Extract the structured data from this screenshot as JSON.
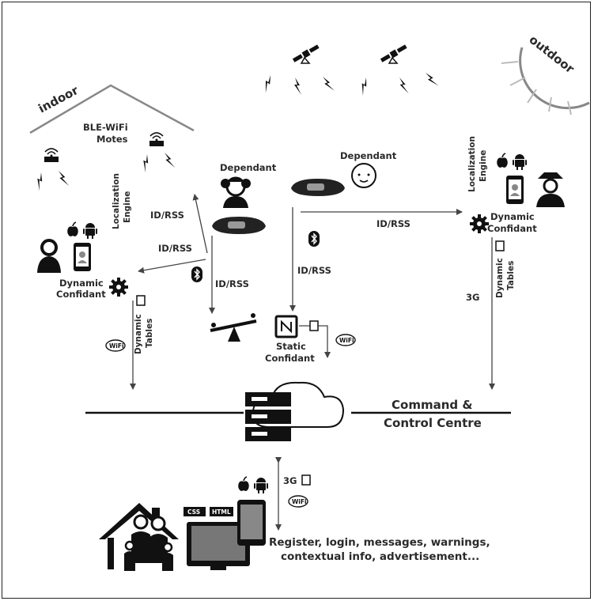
{
  "labels": {
    "indoor": "indoor",
    "outdoor": "outdoor",
    "ble_wifi_motes_1": "BLE-WiFi",
    "ble_wifi_motes_2": "Motes",
    "dependant_left": "Dependant",
    "dependant_right": "Dependant",
    "id_rss_1": "ID/RSS",
    "id_rss_2": "ID/RSS",
    "id_rss_3": "ID/RSS",
    "id_rss_4": "ID/RSS",
    "id_rss_5": "ID/RSS",
    "loc_engine_left_1": "Localization",
    "loc_engine_left_2": "Engine",
    "loc_engine_right_1": "Localization",
    "loc_engine_right_2": "Engine",
    "dynamic_confidant_left_1": "Dynamic",
    "dynamic_confidant_left_2": "Confidant",
    "dynamic_confidant_right_1": "Dynamic",
    "dynamic_confidant_right_2": "Confidant",
    "static_confidant_1": "Static",
    "static_confidant_2": "Confidant",
    "dynamic_tables_left_1": "Dynamic",
    "dynamic_tables_left_2": "Tables",
    "dynamic_tables_right_1": "Dynamic",
    "dynamic_tables_right_2": "Tables",
    "ccc_1": "Command &",
    "ccc_2": "Control Centre",
    "bottom_1": "Register, login, messages, warnings,",
    "bottom_2": "contextual info, advertisement...",
    "badge_css": "CSS",
    "badge_html": "HTML",
    "badge_3g_1": "3G",
    "badge_3g_2": "3G",
    "badge_wifi_1": "WiFi",
    "badge_wifi_2": "WiFi",
    "badge_wifi_3": "WiFi"
  },
  "icons": [
    "satellite-icon",
    "lightning-icon",
    "router-icon",
    "sun-icon",
    "bracelet-icon",
    "baby-face-icon",
    "girl-icon",
    "woman-icon",
    "police-officer-icon",
    "smartphone-icon",
    "apple-icon",
    "android-icon",
    "gear-icon",
    "bluetooth-icon",
    "seesaw-icon",
    "nfc-icon",
    "server-icon",
    "cloud-icon",
    "house-icon",
    "family-icon",
    "monitor-icon"
  ]
}
